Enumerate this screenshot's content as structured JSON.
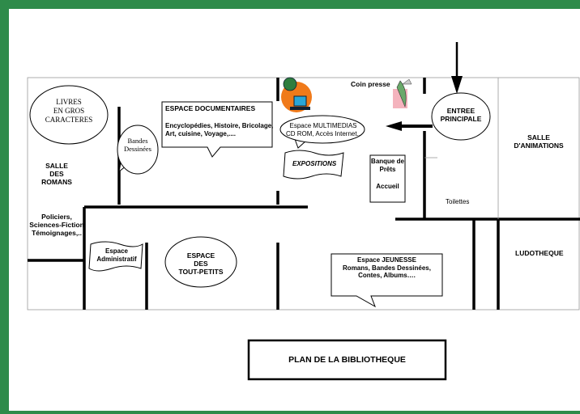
{
  "colors": {
    "frame": "#2e8b4a"
  },
  "title": "PLAN DE  LA BIBLIOTHEQUE",
  "rooms": {
    "livres_gros": [
      "LIVRES",
      "EN GROS",
      "CARACTERES"
    ],
    "salle_romans": [
      "SALLE",
      "DES",
      "ROMANS"
    ],
    "policiers": [
      "Policiers,",
      "Sciences-Fiction",
      "Témoignages,.."
    ],
    "bandes_dessinees": [
      "Bandes",
      "Dessinées"
    ],
    "espace_documentaires": {
      "title": "ESPACE DOCUMENTAIRES",
      "lines": [
        "Encyclopédies, Histoire, Bricolage,",
        "Art, cuisine, Voyage,...."
      ]
    },
    "espace_multimedias": [
      "Espace MULTIMEDIAS",
      "CD ROM, Accès Internet.."
    ],
    "expositions": "EXPOSITIONS",
    "coin_presse": "Coin presse",
    "entree": [
      "ENTREE",
      "PRINCIPALE"
    ],
    "salle_animations": [
      "SALLE",
      "D'ANIMATIONS"
    ],
    "banque_prets": [
      "Banque de",
      "Prêts"
    ],
    "accueil": "Accueil",
    "toilettes": "Toilettes",
    "espace_administratif": [
      "Espace",
      "Administratif"
    ],
    "espace_tout_petits": [
      "ESPACE",
      "DES",
      "TOUT-PETITS"
    ],
    "espace_jeunesse": [
      "Espace JEUNESSE",
      "Romans, Bandes Dessinées,",
      "Contes, Albums…."
    ],
    "ludotheque": "LUDOTHEQUE"
  },
  "icons": [
    "computer-clipart-icon",
    "newspaper-clipart-icon",
    "entrance-arrow-icon",
    "direction-arrow-icon"
  ]
}
